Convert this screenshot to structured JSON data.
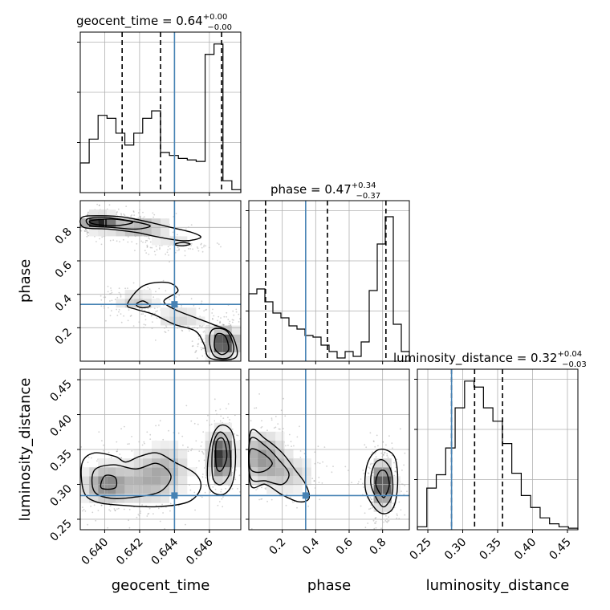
{
  "chart_data": {
    "type": "corner",
    "parameters": [
      {
        "name": "geocent_time",
        "axis_label": "geocent_time",
        "title": {
          "prefix": "geocent_time = ",
          "value": "0.64",
          "plus": "+0.00",
          "minus": "−0.00"
        },
        "range": [
          0.6386,
          0.6478
        ],
        "ticks": [
          0.64,
          0.642,
          0.644,
          0.646
        ],
        "tick_labels": [
          "0.640",
          "0.642",
          "0.644",
          "0.646"
        ],
        "truth": 0.644,
        "quantiles": [
          0.641,
          0.6432,
          0.6467
        ],
        "hist_counts": [
          0.2,
          0.36,
          0.52,
          0.5,
          0.4,
          0.32,
          0.4,
          0.5,
          0.55,
          0.27,
          0.25,
          0.23,
          0.22,
          0.21,
          0.93,
          1.0,
          0.08,
          0.02
        ],
        "hist_ymax": 1.08
      },
      {
        "name": "phase",
        "axis_label": "phase",
        "title": {
          "prefix": "phase = ",
          "value": "0.47",
          "plus": "+0.34",
          "minus": "−0.37"
        },
        "range": [
          0.0,
          0.96
        ],
        "ticks": [
          0.2,
          0.4,
          0.6,
          0.8
        ],
        "tick_labels": [
          "0.2",
          "0.4",
          "0.6",
          "0.8"
        ],
        "truth": 0.34,
        "quantiles": [
          0.1,
          0.47,
          0.82
        ],
        "hist_counts": [
          0.42,
          0.45,
          0.37,
          0.3,
          0.27,
          0.22,
          0.2,
          0.16,
          0.15,
          0.1,
          0.06,
          0.02,
          0.06,
          0.03,
          0.12,
          0.44,
          0.73,
          0.9,
          0.23,
          0.06
        ],
        "hist_ymax": 1.0
      },
      {
        "name": "luminosity_distance",
        "axis_label": "luminosity_distance",
        "title": {
          "prefix": "luminosity_distance = ",
          "value": "0.32",
          "plus": "+0.04",
          "minus": "−0.03"
        },
        "range": [
          0.235,
          0.465
        ],
        "ticks": [
          0.25,
          0.3,
          0.35,
          0.4,
          0.45
        ],
        "tick_labels": [
          "0.25",
          "0.30",
          "0.35",
          "0.40",
          "0.45"
        ],
        "truth": 0.284,
        "quantiles": [
          0.284,
          0.317,
          0.357
        ],
        "hist_counts": [
          0.02,
          0.28,
          0.37,
          0.55,
          0.82,
          1.0,
          0.96,
          0.82,
          0.73,
          0.58,
          0.38,
          0.23,
          0.15,
          0.08,
          0.04,
          0.02,
          0.01
        ],
        "hist_ymax": 1.08
      }
    ],
    "pairs": [
      {
        "x": 0,
        "y": 1,
        "blobs": [
          [
            0.6397,
            0.83,
            0.0006,
            0.025,
            1.0
          ],
          [
            0.642,
            0.8,
            0.001,
            0.03,
            0.45
          ],
          [
            0.644,
            0.7,
            0.0009,
            0.02,
            0.18
          ],
          [
            0.6418,
            0.36,
            0.0007,
            0.03,
            0.25
          ],
          [
            0.6443,
            0.26,
            0.0009,
            0.03,
            0.22
          ],
          [
            0.6468,
            0.11,
            0.0005,
            0.05,
            0.95
          ]
        ],
        "contours": [
          [
            [
              0.6387,
              0.86
            ],
            [
              0.6398,
              0.87
            ],
            [
              0.6412,
              0.86
            ],
            [
              0.6426,
              0.83
            ],
            [
              0.6438,
              0.8
            ],
            [
              0.645,
              0.77
            ],
            [
              0.6455,
              0.74
            ],
            [
              0.6446,
              0.72
            ],
            [
              0.6432,
              0.74
            ],
            [
              0.6418,
              0.77
            ],
            [
              0.6402,
              0.79
            ],
            [
              0.6388,
              0.8
            ]
          ],
          [
            [
              0.639,
              0.85
            ],
            [
              0.64,
              0.86
            ],
            [
              0.6414,
              0.84
            ],
            [
              0.6426,
              0.81
            ],
            [
              0.6418,
              0.79
            ],
            [
              0.6404,
              0.8
            ],
            [
              0.6392,
              0.81
            ]
          ],
          [
            [
              0.6392,
              0.84
            ],
            [
              0.6405,
              0.85
            ],
            [
              0.6416,
              0.83
            ],
            [
              0.6406,
              0.81
            ],
            [
              0.6394,
              0.82
            ]
          ],
          [
            [
              0.644,
              0.7
            ],
            [
              0.6445,
              0.71
            ],
            [
              0.6449,
              0.7
            ],
            [
              0.6444,
              0.69
            ]
          ],
          [
            [
              0.6413,
              0.34
            ],
            [
              0.6422,
              0.45
            ],
            [
              0.6436,
              0.47
            ],
            [
              0.6442,
              0.42
            ],
            [
              0.6434,
              0.36
            ],
            [
              0.644,
              0.31
            ],
            [
              0.6452,
              0.26
            ],
            [
              0.6462,
              0.22
            ],
            [
              0.6472,
              0.17
            ],
            [
              0.6476,
              0.05
            ],
            [
              0.6472,
              0.01
            ],
            [
              0.646,
              0.02
            ],
            [
              0.6457,
              0.1
            ],
            [
              0.6452,
              0.18
            ],
            [
              0.644,
              0.22
            ],
            [
              0.6428,
              0.28
            ],
            [
              0.6418,
              0.31
            ]
          ],
          [
            [
              0.6418,
              0.34
            ],
            [
              0.6422,
              0.36
            ],
            [
              0.6426,
              0.33
            ],
            [
              0.6421,
              0.32
            ]
          ],
          [
            [
              0.6462,
              0.19
            ],
            [
              0.647,
              0.18
            ],
            [
              0.6474,
              0.08
            ],
            [
              0.6471,
              0.02
            ],
            [
              0.6463,
              0.03
            ],
            [
              0.646,
              0.12
            ]
          ],
          [
            [
              0.6464,
              0.16
            ],
            [
              0.6469,
              0.15
            ],
            [
              0.6471,
              0.07
            ],
            [
              0.6467,
              0.04
            ],
            [
              0.6463,
              0.08
            ]
          ]
        ],
        "truth_point": [
          0.644,
          0.34
        ]
      },
      {
        "x": 0,
        "y": 2,
        "blobs": [
          [
            0.6401,
            0.3,
            0.0008,
            0.015,
            0.55
          ],
          [
            0.6424,
            0.305,
            0.001,
            0.02,
            0.32
          ],
          [
            0.6436,
            0.325,
            0.0008,
            0.02,
            0.25
          ],
          [
            0.6467,
            0.34,
            0.0004,
            0.02,
            1.0
          ]
        ],
        "contours": [
          [
            [
              0.6388,
              0.29
            ],
            [
              0.6387,
              0.33
            ],
            [
              0.6394,
              0.345
            ],
            [
              0.6406,
              0.34
            ],
            [
              0.6412,
              0.332
            ],
            [
              0.642,
              0.34
            ],
            [
              0.643,
              0.345
            ],
            [
              0.644,
              0.332
            ],
            [
              0.6452,
              0.315
            ],
            [
              0.6455,
              0.295
            ],
            [
              0.6448,
              0.275
            ],
            [
              0.643,
              0.268
            ],
            [
              0.641,
              0.27
            ],
            [
              0.6395,
              0.275
            ]
          ],
          [
            [
              0.6394,
              0.29
            ],
            [
              0.6394,
              0.32
            ],
            [
              0.6405,
              0.328
            ],
            [
              0.6418,
              0.322
            ],
            [
              0.643,
              0.33
            ],
            [
              0.6438,
              0.312
            ],
            [
              0.6432,
              0.29
            ],
            [
              0.6418,
              0.282
            ],
            [
              0.6404,
              0.28
            ]
          ],
          [
            [
              0.6398,
              0.295
            ],
            [
              0.64,
              0.312
            ],
            [
              0.6406,
              0.31
            ],
            [
              0.6406,
              0.295
            ]
          ],
          [
            [
              0.646,
              0.295
            ],
            [
              0.6459,
              0.33
            ],
            [
              0.6462,
              0.37
            ],
            [
              0.6467,
              0.385
            ],
            [
              0.6473,
              0.375
            ],
            [
              0.6475,
              0.34
            ],
            [
              0.6473,
              0.3
            ],
            [
              0.6467,
              0.285
            ]
          ],
          [
            [
              0.6462,
              0.31
            ],
            [
              0.6462,
              0.355
            ],
            [
              0.6466,
              0.375
            ],
            [
              0.6471,
              0.36
            ],
            [
              0.6472,
              0.32
            ],
            [
              0.6467,
              0.3
            ]
          ],
          [
            [
              0.6464,
              0.325
            ],
            [
              0.6464,
              0.36
            ],
            [
              0.6468,
              0.365
            ],
            [
              0.647,
              0.34
            ],
            [
              0.6467,
              0.32
            ]
          ]
        ],
        "truth_point": [
          0.644,
          0.284
        ]
      },
      {
        "x": 1,
        "y": 2,
        "blobs": [
          [
            0.08,
            0.34,
            0.08,
            0.02,
            0.45
          ],
          [
            0.22,
            0.315,
            0.1,
            0.015,
            0.25
          ],
          [
            0.8,
            0.3,
            0.035,
            0.018,
            1.0
          ]
        ],
        "contours": [
          [
            [
              0.01,
              0.375
            ],
            [
              0.1,
              0.365
            ],
            [
              0.2,
              0.345
            ],
            [
              0.28,
              0.32
            ],
            [
              0.34,
              0.3
            ],
            [
              0.36,
              0.28
            ],
            [
              0.3,
              0.275
            ],
            [
              0.2,
              0.285
            ],
            [
              0.1,
              0.3
            ],
            [
              0.01,
              0.3
            ]
          ],
          [
            [
              0.01,
              0.365
            ],
            [
              0.1,
              0.355
            ],
            [
              0.18,
              0.335
            ],
            [
              0.24,
              0.315
            ],
            [
              0.2,
              0.3
            ],
            [
              0.1,
              0.305
            ],
            [
              0.01,
              0.31
            ]
          ],
          [
            [
              0.01,
              0.35
            ],
            [
              0.08,
              0.345
            ],
            [
              0.14,
              0.33
            ],
            [
              0.08,
              0.318
            ],
            [
              0.01,
              0.322
            ]
          ],
          [
            [
              0.78,
              0.26
            ],
            [
              0.7,
              0.29
            ],
            [
              0.71,
              0.33
            ],
            [
              0.78,
              0.35
            ],
            [
              0.87,
              0.34
            ],
            [
              0.89,
              0.3
            ],
            [
              0.86,
              0.265
            ]
          ],
          [
            [
              0.79,
              0.27
            ],
            [
              0.73,
              0.3
            ],
            [
              0.75,
              0.328
            ],
            [
              0.8,
              0.335
            ],
            [
              0.85,
              0.32
            ],
            [
              0.86,
              0.29
            ],
            [
              0.83,
              0.272
            ]
          ],
          [
            [
              0.8,
              0.282
            ],
            [
              0.76,
              0.3
            ],
            [
              0.78,
              0.318
            ],
            [
              0.82,
              0.318
            ],
            [
              0.84,
              0.3
            ],
            [
              0.82,
              0.285
            ]
          ]
        ],
        "truth_point": [
          0.34,
          0.284
        ]
      }
    ]
  }
}
